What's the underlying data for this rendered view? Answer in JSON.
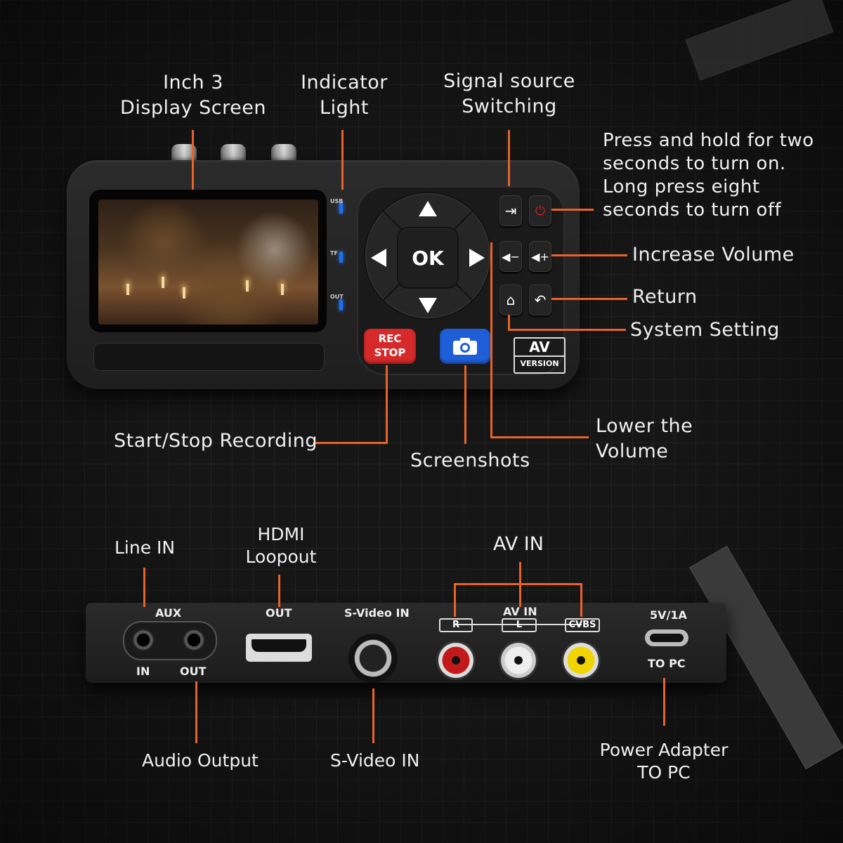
{
  "callouts_front": {
    "display_screen": [
      "Inch 3",
      "Display Screen"
    ],
    "indicator_light": [
      "Indicator",
      "Light"
    ],
    "signal_source": [
      "Signal source",
      "Switching"
    ],
    "power": [
      "Press and hold for two",
      "seconds to turn on.",
      "Long press eight",
      "seconds to turn off"
    ],
    "increase_volume": "Increase Volume",
    "return": "Return",
    "system_setting": "System Setting",
    "lower_volume": [
      "Lower the",
      "Volume"
    ],
    "start_stop": "Start/Stop Recording",
    "screenshots": "Screenshots"
  },
  "device_front": {
    "led_labels": [
      "USB",
      "TF",
      "OUT"
    ],
    "ok_label": "OK",
    "rec_label": [
      "REC",
      "STOP"
    ],
    "av_badge": [
      "AV",
      "VERSION"
    ]
  },
  "callouts_back": {
    "line_in": "Line IN",
    "hdmi_loopout": [
      "HDMI",
      "Loopout"
    ],
    "av_in": "AV IN",
    "audio_output": "Audio Output",
    "s_video_in": "S-Video IN",
    "power_adapter": [
      "Power Adapter",
      "TO PC"
    ]
  },
  "device_back": {
    "aux": "AUX",
    "aux_in": "IN",
    "aux_out": "OUT",
    "hdmi_out": "OUT",
    "svideo": "S-Video IN",
    "av_in": "AV IN",
    "rca_labels": [
      "R",
      "L",
      "CVBS"
    ],
    "power_rating": "5V/1A",
    "to_pc": "TO PC"
  },
  "colors": {
    "accent_line": "#e8622a",
    "rec_button": "#d62a2a",
    "camera_button": "#1e5fd8",
    "led": "#1e6ff0"
  }
}
